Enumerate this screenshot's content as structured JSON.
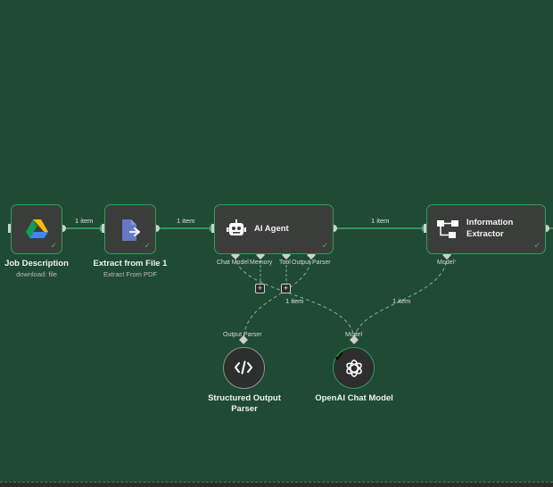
{
  "nodes": {
    "job_description": {
      "title": "Job Description",
      "subtitle": "download: file",
      "icon": "google-drive-icon"
    },
    "extract_from_file": {
      "title": "Extract from File 1",
      "subtitle": "Extract From PDF",
      "icon": "file-export-icon"
    },
    "ai_agent": {
      "title": "AI Agent",
      "icon": "robot-icon",
      "ports": {
        "chat_model": "Chat Model",
        "memory": "Memory",
        "tool": "Tool",
        "output_parser": "Output Parser"
      }
    },
    "information_extractor": {
      "title_line1": "Information",
      "title_line2": "Extractor",
      "icon": "flow-chart-icon",
      "ports": {
        "model": "Model"
      },
      "required_mark": "*"
    },
    "structured_output_parser": {
      "title_line1": "Structured Output",
      "title_line2": "Parser",
      "port": "Output Parser",
      "icon": "code-brackets-icon"
    },
    "openai_chat_model": {
      "title": "OpenAI Chat Model",
      "port": "Model",
      "icon": "openai-icon"
    }
  },
  "edges": {
    "e1": "1 item",
    "e2": "1 item",
    "e3": "1 item",
    "e4": "1 item",
    "e5": "1 item"
  },
  "add_buttons": {
    "memory": "+",
    "tool": "+"
  },
  "status": {
    "success_mark": "✓"
  },
  "colors": {
    "canvas": "#1f4a33",
    "node": "#3b3d3b",
    "border_success": "#2f9d57",
    "wire": "#3fae65",
    "sub_wire": "#8fa89a"
  }
}
